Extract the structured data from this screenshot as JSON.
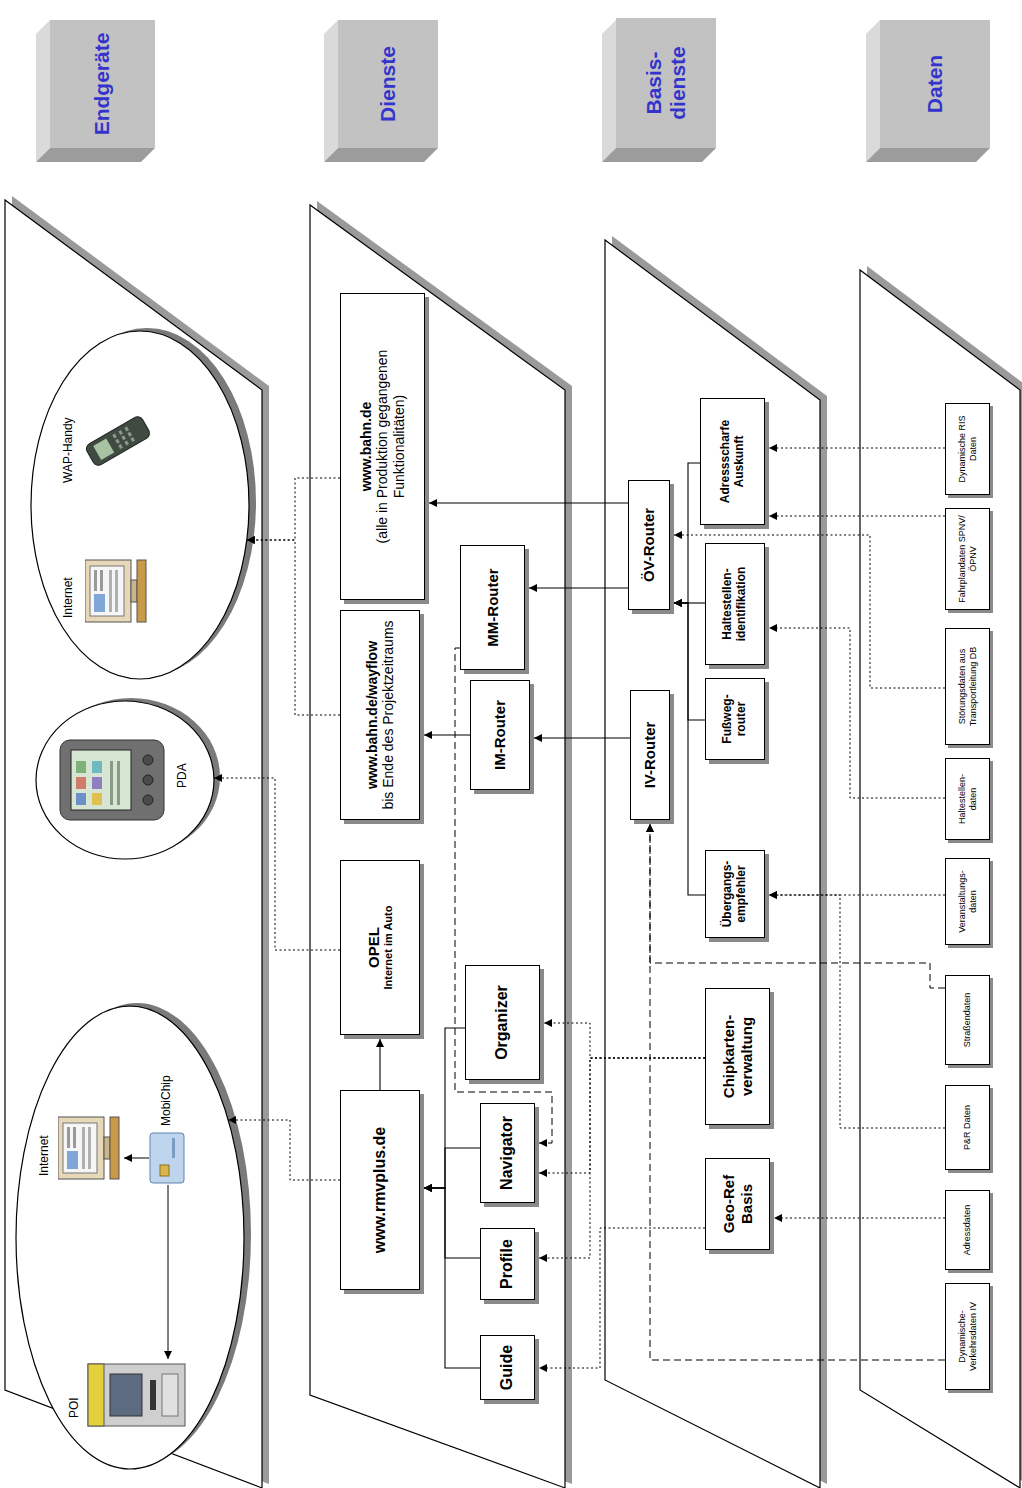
{
  "diagram": {
    "nodes": [
      {
        "text": [
          "POI",
          "Internet",
          "MobiChip"
        ]
      },
      {
        "text": [
          "PDA"
        ]
      },
      {
        "text": [
          "Internet",
          "WAP-Handy"
        ]
      },
      {
        "text": [
          "Endgeräte"
        ]
      },
      {
        "text": [
          "www.rmvplus.de"
        ]
      },
      {
        "text": [
          "OPEL",
          "Internet im Auto"
        ]
      },
      {
        "text": [
          "www.bahn.de/wayflow",
          "bis Ende des Projektzeitraums"
        ]
      },
      {
        "text": [
          "www.bahn.de",
          "(alle in Produktion gegangenen Funktionalitäten)"
        ]
      },
      {
        "text": [
          "Guide"
        ]
      },
      {
        "text": [
          "Profile"
        ]
      },
      {
        "text": [
          "Navigator"
        ]
      },
      {
        "text": [
          "Organizer"
        ]
      },
      {
        "text": [
          "IM-Router"
        ]
      },
      {
        "text": [
          "MM-Router"
        ]
      },
      {
        "text": [
          "Dienste"
        ]
      },
      {
        "text": [
          "IV-Router"
        ]
      },
      {
        "text": [
          "ÖV-Router"
        ]
      },
      {
        "text": [
          "Geo-Ref Basis"
        ]
      },
      {
        "text": [
          "Chipkarten- verwaltung"
        ]
      },
      {
        "text": [
          "Übergangs- empfehler"
        ]
      },
      {
        "text": [
          "Fußweg- router"
        ]
      },
      {
        "text": [
          "Haltestellen- identifikation"
        ]
      },
      {
        "text": [
          "Adressscharfe Auskunft"
        ]
      },
      {
        "text": [
          "Basis- dienste"
        ]
      },
      {
        "text": [
          "Dynamische- Verkehrsdaten IV"
        ]
      },
      {
        "text": [
          "Adressdaten"
        ]
      },
      {
        "text": [
          "P&R Daten"
        ]
      },
      {
        "text": [
          "Straßendaten"
        ]
      },
      {
        "text": [
          "Veranstaltungs- daten"
        ]
      },
      {
        "text": [
          "Haltestellen- daten"
        ]
      },
      {
        "text": [
          "Störungsdaten aus Transportleitung DB"
        ]
      },
      {
        "text": [
          "Fahrplandaten SPNV/ÖPNV"
        ]
      },
      {
        "text": [
          "Dynamische RIS Daten"
        ]
      },
      {
        "text": [
          "Daten"
        ]
      }
    ],
    "edges": [
      {
        "from": 4,
        "to": 0,
        "arrow": "to"
      },
      {
        "from": 4,
        "to": 5,
        "arrow": "to"
      },
      {
        "from": 5,
        "to": 1,
        "arrow": "to"
      },
      {
        "from": 6,
        "to": 2,
        "arrow": "to"
      },
      {
        "from": 7,
        "to": 2,
        "arrow": "to"
      },
      {
        "from": 8,
        "to": 4,
        "arrow": "to"
      },
      {
        "from": 9,
        "to": 4,
        "arrow": "to"
      },
      {
        "from": 10,
        "to": 4,
        "arrow": "to"
      },
      {
        "from": 11,
        "to": 4,
        "arrow": "to"
      },
      {
        "from": 12,
        "to": 6,
        "arrow": "to"
      },
      {
        "from": 13,
        "to": 10,
        "arrow": "to"
      },
      {
        "from": 16,
        "to": 7,
        "arrow": "to"
      },
      {
        "from": 16,
        "to": 13,
        "arrow": "to"
      },
      {
        "from": 15,
        "to": 12,
        "arrow": "to"
      },
      {
        "from": 17,
        "to": 8,
        "arrow": "to"
      },
      {
        "from": 18,
        "to": 9,
        "arrow": "to"
      },
      {
        "from": 18,
        "to": 10,
        "arrow": "to"
      },
      {
        "from": 18,
        "to": 11,
        "arrow": "to"
      },
      {
        "from": 19,
        "to": 16,
        "arrow": "to"
      },
      {
        "from": 20,
        "to": 16,
        "arrow": "to"
      },
      {
        "from": 21,
        "to": 16,
        "arrow": "to"
      },
      {
        "from": 22,
        "to": 16,
        "arrow": "to"
      },
      {
        "from": 24,
        "to": 15,
        "arrow": "to"
      },
      {
        "from": 27,
        "to": 15,
        "arrow": "to"
      },
      {
        "from": 25,
        "to": 17,
        "arrow": "to"
      },
      {
        "from": 26,
        "to": 19,
        "arrow": "to"
      },
      {
        "from": 28,
        "to": 19,
        "arrow": "to"
      },
      {
        "from": 29,
        "to": 21,
        "arrow": "to"
      },
      {
        "from": 30,
        "to": 16,
        "arrow": "to"
      },
      {
        "from": 31,
        "to": 22,
        "arrow": "to"
      },
      {
        "from": 32,
        "to": 22,
        "arrow": "to"
      }
    ]
  }
}
